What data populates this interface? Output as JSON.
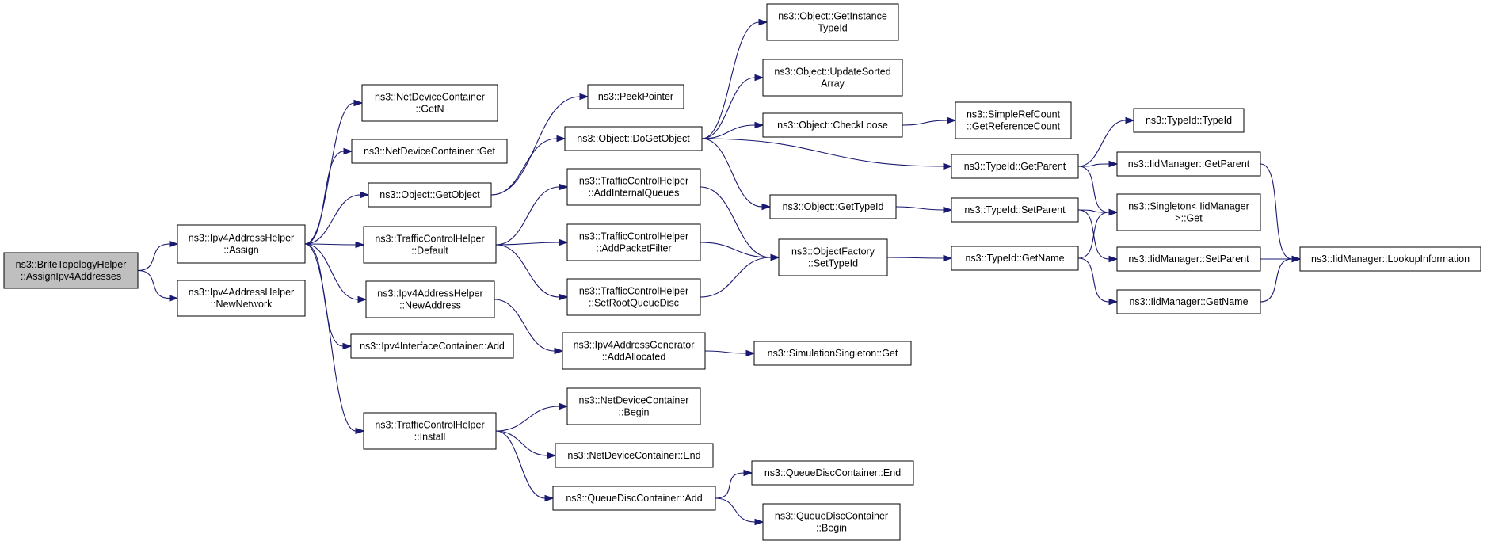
{
  "nodes": [
    {
      "id": "root",
      "lines": [
        "ns3::BriteTopologyHelper",
        "::AssignIpv4Addresses"
      ],
      "highlight": true
    },
    {
      "id": "assign",
      "lines": [
        "ns3::Ipv4AddressHelper",
        "::Assign"
      ]
    },
    {
      "id": "newnetwork",
      "lines": [
        "ns3::Ipv4AddressHelper",
        "::NewNetwork"
      ]
    },
    {
      "id": "ndc_getn",
      "lines": [
        "ns3::NetDeviceContainer",
        "::GetN"
      ]
    },
    {
      "id": "ndc_get",
      "lines": [
        "ns3::NetDeviceContainer::Get"
      ]
    },
    {
      "id": "obj_getobject",
      "lines": [
        "ns3::Object::GetObject"
      ]
    },
    {
      "id": "tch_default",
      "lines": [
        "ns3::TrafficControlHelper",
        "::Default"
      ]
    },
    {
      "id": "newaddress",
      "lines": [
        "ns3::Ipv4AddressHelper",
        "::NewAddress"
      ]
    },
    {
      "id": "iic_add",
      "lines": [
        "ns3::Ipv4InterfaceContainer::Add"
      ]
    },
    {
      "id": "tch_install",
      "lines": [
        "ns3::TrafficControlHelper",
        "::Install"
      ]
    },
    {
      "id": "peekpointer",
      "lines": [
        "ns3::PeekPointer"
      ]
    },
    {
      "id": "dogetobject",
      "lines": [
        "ns3::Object::DoGetObject"
      ]
    },
    {
      "id": "addinternal",
      "lines": [
        "ns3::TrafficControlHelper",
        "::AddInternalQueues"
      ]
    },
    {
      "id": "addpacket",
      "lines": [
        "ns3::TrafficControlHelper",
        "::AddPacketFilter"
      ]
    },
    {
      "id": "setroot",
      "lines": [
        "ns3::TrafficControlHelper",
        "::SetRootQueueDisc"
      ]
    },
    {
      "id": "addallocated",
      "lines": [
        "ns3::Ipv4AddressGenerator",
        "::AddAllocated"
      ]
    },
    {
      "id": "ndc_begin",
      "lines": [
        "ns3::NetDeviceContainer",
        "::Begin"
      ]
    },
    {
      "id": "ndc_end",
      "lines": [
        "ns3::NetDeviceContainer::End"
      ]
    },
    {
      "id": "qdc_add",
      "lines": [
        "ns3::QueueDiscContainer::Add"
      ]
    },
    {
      "id": "getinstance",
      "lines": [
        "ns3::Object::GetInstance",
        "TypeId"
      ]
    },
    {
      "id": "updatesorted",
      "lines": [
        "ns3::Object::UpdateSorted",
        "Array"
      ]
    },
    {
      "id": "checkloose",
      "lines": [
        "ns3::Object::CheckLoose"
      ]
    },
    {
      "id": "gettypeid",
      "lines": [
        "ns3::Object::GetTypeId"
      ]
    },
    {
      "id": "setTypeId",
      "lines": [
        "ns3::ObjectFactory",
        "::SetTypeId"
      ]
    },
    {
      "id": "simsingleton",
      "lines": [
        "ns3::SimulationSingleton::Get"
      ]
    },
    {
      "id": "qdc_end",
      "lines": [
        "ns3::QueueDiscContainer::End"
      ]
    },
    {
      "id": "qdc_begin",
      "lines": [
        "ns3::QueueDiscContainer",
        "::Begin"
      ]
    },
    {
      "id": "getrefcount",
      "lines": [
        "ns3::SimpleRefCount",
        "::GetReferenceCount"
      ]
    },
    {
      "id": "tid_getparent",
      "lines": [
        "ns3::TypeId::GetParent"
      ]
    },
    {
      "id": "tid_setparent",
      "lines": [
        "ns3::TypeId::SetParent"
      ]
    },
    {
      "id": "tid_getname",
      "lines": [
        "ns3::TypeId::GetName"
      ]
    },
    {
      "id": "tid_typeid",
      "lines": [
        "ns3::TypeId::TypeId"
      ]
    },
    {
      "id": "iid_getparent",
      "lines": [
        "ns3::IidManager::GetParent"
      ]
    },
    {
      "id": "singleton_get",
      "lines": [
        "ns3::Singleton< IidManager",
        ">::Get"
      ]
    },
    {
      "id": "iid_setparent",
      "lines": [
        "ns3::IidManager::SetParent"
      ]
    },
    {
      "id": "iid_getname",
      "lines": [
        "ns3::IidManager::GetName"
      ]
    },
    {
      "id": "iid_lookup",
      "lines": [
        "ns3::IidManager::LookupInformation"
      ]
    }
  ],
  "edges": [
    [
      "root",
      "assign"
    ],
    [
      "root",
      "newnetwork"
    ],
    [
      "assign",
      "ndc_getn"
    ],
    [
      "assign",
      "ndc_get"
    ],
    [
      "assign",
      "obj_getobject"
    ],
    [
      "assign",
      "tch_default"
    ],
    [
      "assign",
      "newaddress"
    ],
    [
      "assign",
      "iic_add"
    ],
    [
      "assign",
      "tch_install"
    ],
    [
      "obj_getobject",
      "peekpointer"
    ],
    [
      "obj_getobject",
      "dogetobject"
    ],
    [
      "tch_default",
      "addinternal"
    ],
    [
      "tch_default",
      "addpacket"
    ],
    [
      "tch_default",
      "setroot"
    ],
    [
      "newaddress",
      "addallocated"
    ],
    [
      "tch_install",
      "ndc_begin"
    ],
    [
      "tch_install",
      "ndc_end"
    ],
    [
      "tch_install",
      "qdc_add"
    ],
    [
      "dogetobject",
      "getinstance"
    ],
    [
      "dogetobject",
      "updatesorted"
    ],
    [
      "dogetobject",
      "checkloose"
    ],
    [
      "dogetobject",
      "gettypeid"
    ],
    [
      "dogetobject",
      "tid_getparent"
    ],
    [
      "addinternal",
      "setTypeId"
    ],
    [
      "addpacket",
      "setTypeId"
    ],
    [
      "setroot",
      "setTypeId"
    ],
    [
      "addallocated",
      "simsingleton"
    ],
    [
      "qdc_add",
      "qdc_end"
    ],
    [
      "qdc_add",
      "qdc_begin"
    ],
    [
      "checkloose",
      "getrefcount"
    ],
    [
      "gettypeid",
      "tid_setparent"
    ],
    [
      "setTypeId",
      "tid_getname"
    ],
    [
      "tid_getparent",
      "tid_typeid"
    ],
    [
      "tid_getparent",
      "iid_getparent"
    ],
    [
      "tid_getparent",
      "singleton_get"
    ],
    [
      "tid_setparent",
      "singleton_get"
    ],
    [
      "tid_setparent",
      "iid_setparent"
    ],
    [
      "tid_getname",
      "singleton_get"
    ],
    [
      "tid_getname",
      "iid_getname"
    ],
    [
      "iid_getparent",
      "iid_lookup"
    ],
    [
      "iid_setparent",
      "iid_lookup"
    ],
    [
      "iid_getname",
      "iid_lookup"
    ]
  ]
}
